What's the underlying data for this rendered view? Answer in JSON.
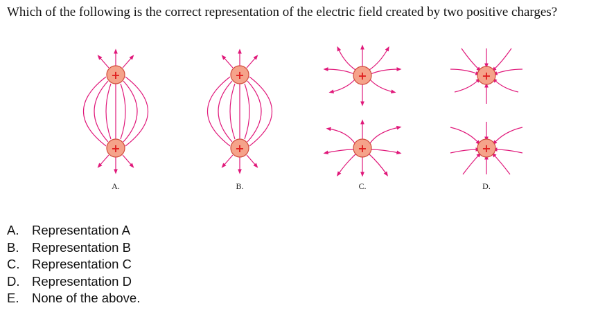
{
  "question": "Which of the following is the correct representation of the electric field created by two positive charges?",
  "figure": {
    "panel_labels": [
      "A.",
      "B.",
      "C.",
      "D."
    ],
    "charge_symbol": "+",
    "colors": {
      "field_line": "#e0187a",
      "charge_fill": "#f5a38a",
      "charge_stroke": "#d04a3a",
      "plus": "#e02020"
    }
  },
  "options": [
    {
      "letter": "A.",
      "text": "Representation A"
    },
    {
      "letter": "B.",
      "text": "Representation B"
    },
    {
      "letter": "C.",
      "text": "Representation C"
    },
    {
      "letter": "D.",
      "text": "Representation D"
    },
    {
      "letter": "E.",
      "text": "None of the above."
    }
  ]
}
